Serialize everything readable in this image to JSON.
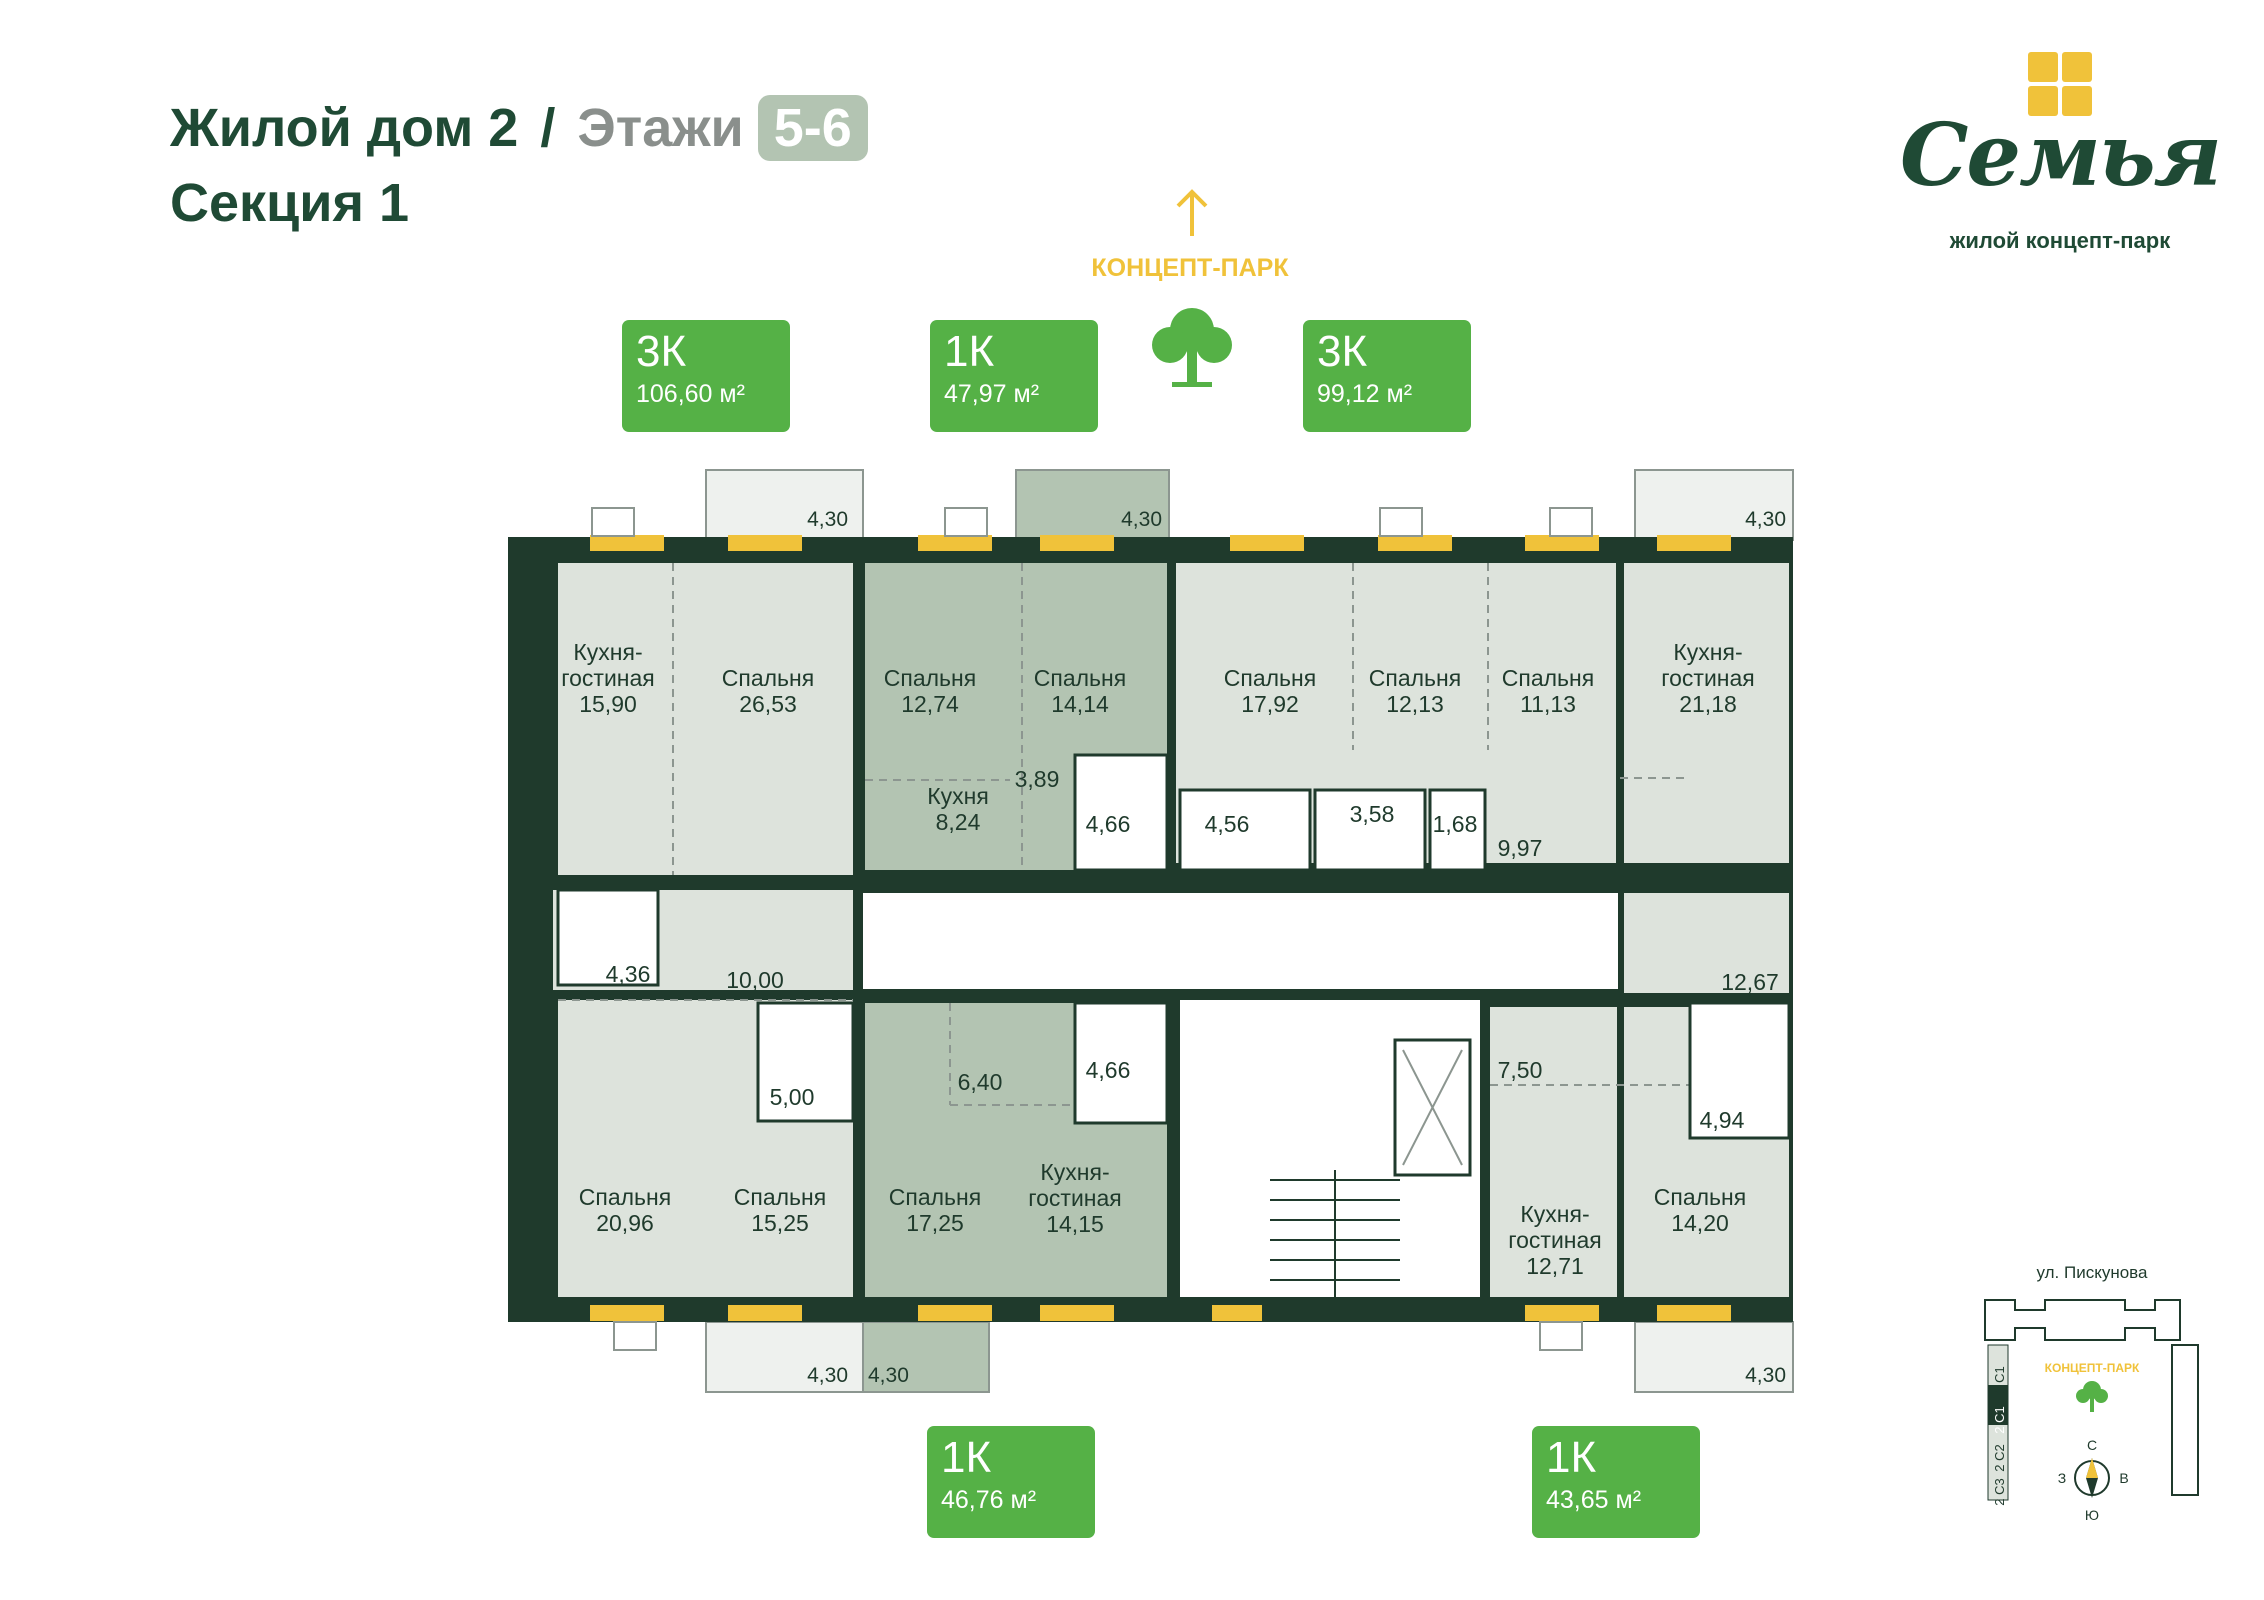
{
  "header": {
    "building": "Жилой дом 2",
    "separator": "/",
    "floors_label": "Этажи",
    "floors_value": "5-6",
    "section": "Секция 1"
  },
  "logo": {
    "word": "Семья",
    "tagline": "жилой концепт-парк"
  },
  "park": {
    "label": "КОНЦЕПТ-ПАРК"
  },
  "apartments": [
    {
      "type": "3К",
      "area": "106,60 м²"
    },
    {
      "type": "1К",
      "area": "47,97 м²"
    },
    {
      "type": "3К",
      "area": "99,12 м²"
    },
    {
      "type": "1К",
      "area": "46,76 м²"
    },
    {
      "type": "1К",
      "area": "43,65 м²"
    }
  ],
  "rooms": {
    "kitchen_living": "Кухня-",
    "kitchen_living_2": "гостиная",
    "bedroom": "Спальня",
    "kitchen": "Кухня",
    "kitchen_living_b": "Кухня-",
    "kitchen_living_b2": "гостиная",
    "areas": {
      "a1590": "15,90",
      "a2653": "26,53",
      "a1274": "12,74",
      "a1414": "14,14",
      "a1792": "17,92",
      "a1213": "12,13",
      "a1113": "11,13",
      "a2118": "21,18",
      "a824": "8,24",
      "a389": "3,89",
      "a466a": "4,66",
      "a456": "4,56",
      "a358": "3,58",
      "a168": "1,68",
      "a997": "9,97",
      "a436": "4,36",
      "a1000": "10,00",
      "a1267": "12,67",
      "a500": "5,00",
      "a640": "6,40",
      "a466b": "4,66",
      "a750": "7,50",
      "a494": "4,94",
      "a2096": "20,96",
      "a1525": "15,25",
      "a1725": "17,25",
      "a1415": "14,15",
      "a1271": "12,71",
      "a1420": "14,20"
    }
  },
  "balconies": [
    "4,30",
    "4,30",
    "4,30",
    "4,30",
    "4,30",
    "4,30"
  ],
  "minimap": {
    "street": "ул. Пискунова",
    "park": "КОНЦЕПТ-ПАРК",
    "sections": [
      "1 С1",
      "2 С1",
      "2 С2",
      "2 С3"
    ],
    "compass": {
      "n": "С",
      "s": "Ю",
      "w": "З",
      "e": "В"
    }
  },
  "colors": {
    "wall": "#1f3a2c",
    "room": "#dde3dc",
    "highlight": "#b3c4b2",
    "accent": "#55b146",
    "window": "#f0c23a"
  }
}
